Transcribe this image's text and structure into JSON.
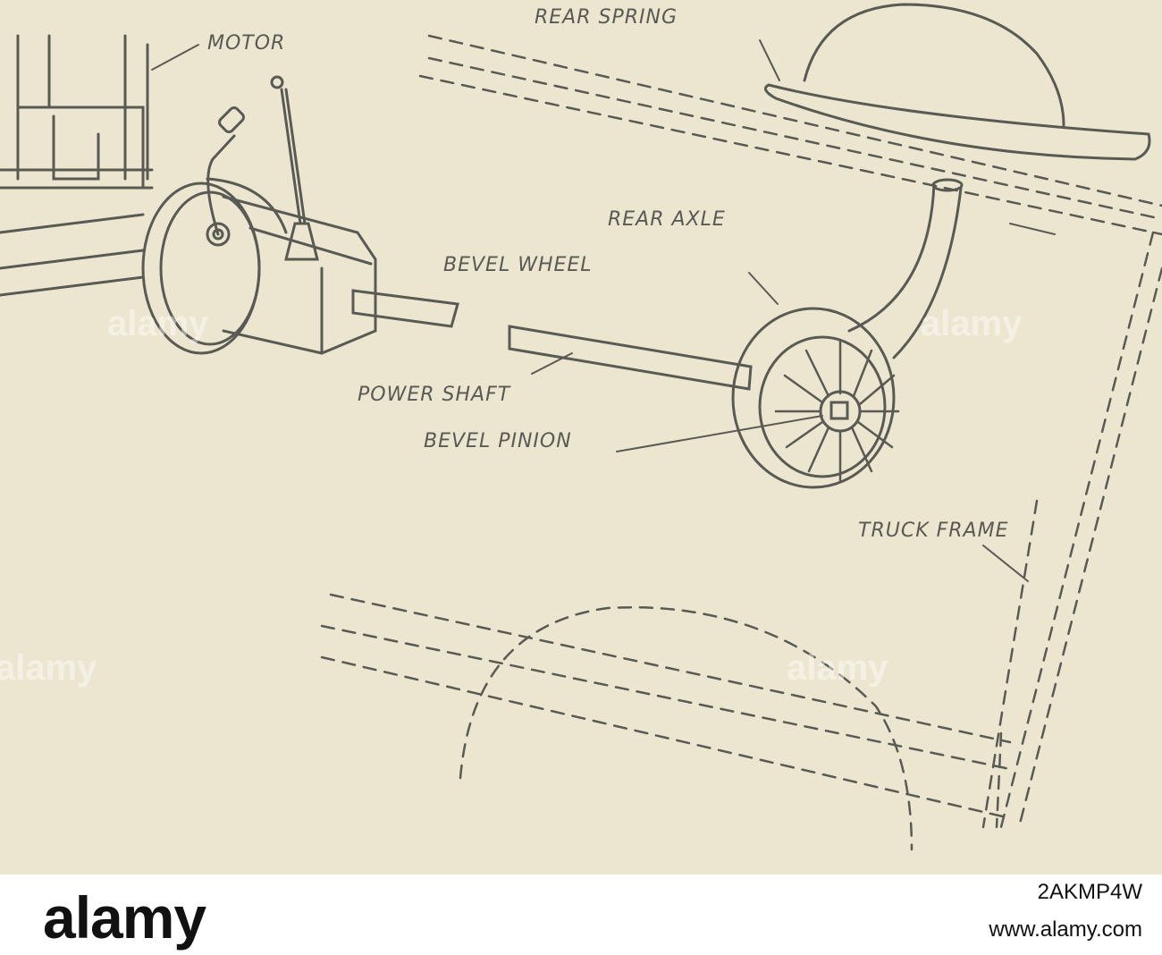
{
  "labels": {
    "rear_spring": "REAR SPRING",
    "motor": "MOTOR",
    "rear_axle": "REAR AXLE",
    "bevel_wheel": "BEVEL WHEEL",
    "power_shaft": "POWER SHAFT",
    "bevel_pinion": "BEVEL PINION",
    "truck_frame": "TRUCK FRAME"
  },
  "watermark": {
    "text": "alamy"
  },
  "footer": {
    "logo": "alamy",
    "image_id": "2AKMP4W",
    "url": "www.alamy.com"
  },
  "colors": {
    "paper": "#ece5cf",
    "ink": "#5a5a55",
    "footer_bg": "#ffffff"
  }
}
